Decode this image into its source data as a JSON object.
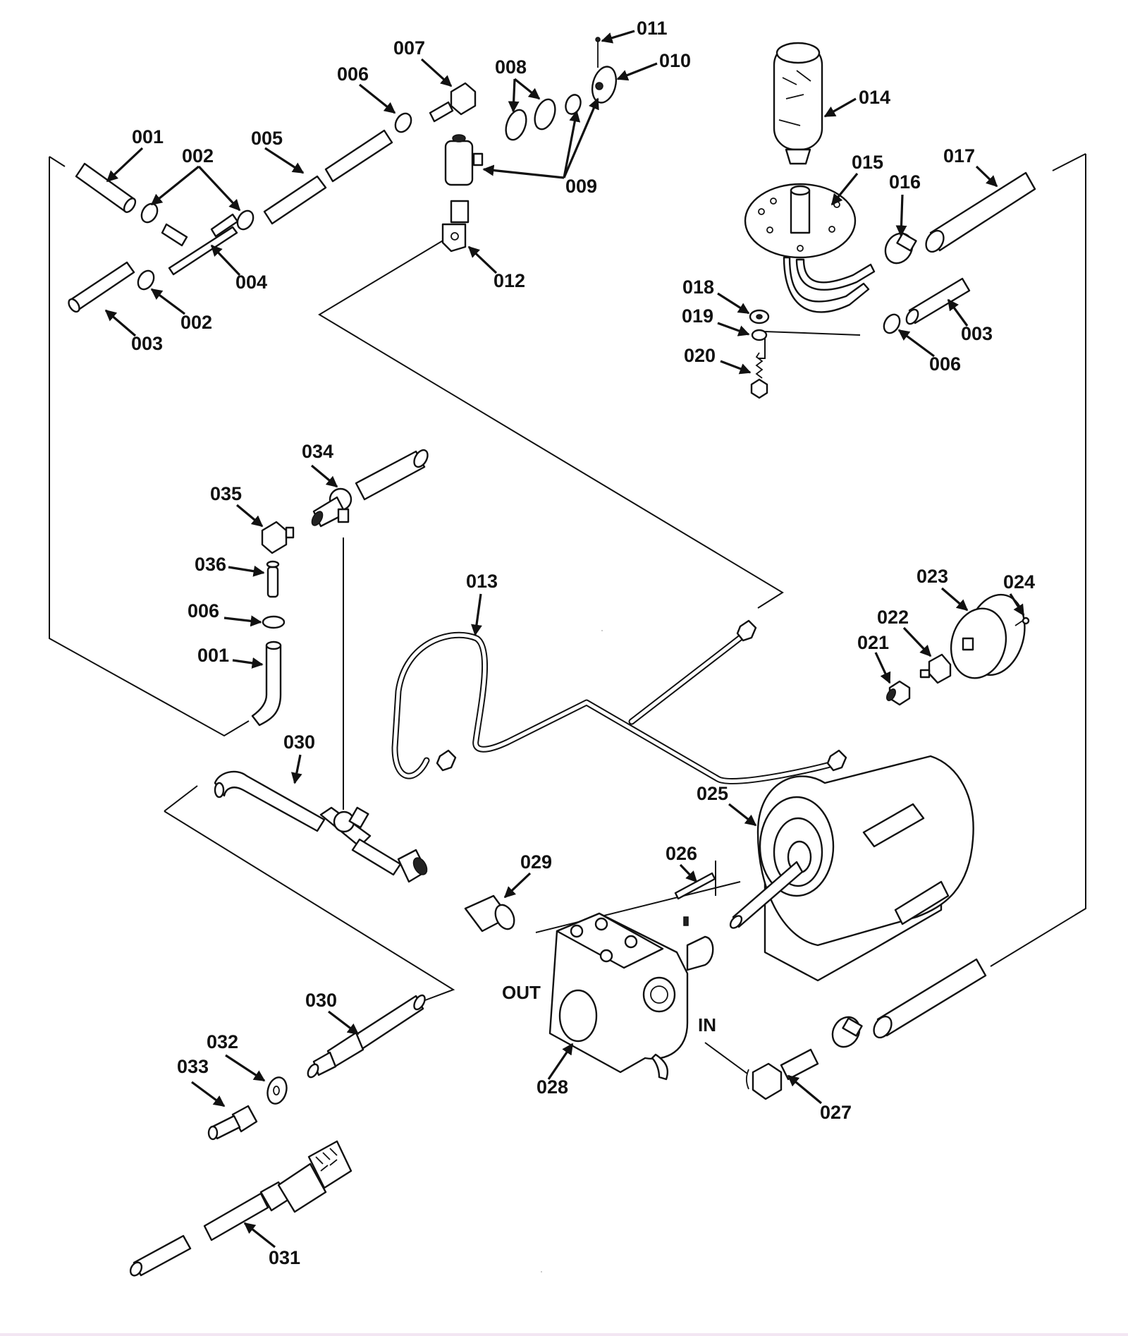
{
  "diagram": {
    "title": "",
    "type": "exploded-parts-diagram",
    "ports": {
      "out": "OUT",
      "in": "IN"
    },
    "callouts": [
      {
        "id": "c001a",
        "label": "001",
        "part": "hose"
      },
      {
        "id": "c002a",
        "label": "002",
        "part": "hose clamp"
      },
      {
        "id": "c002b",
        "label": "002",
        "part": "hose clamp"
      },
      {
        "id": "c003a",
        "label": "003",
        "part": "hose"
      },
      {
        "id": "c004",
        "label": "004",
        "part": "barbed tee fitting"
      },
      {
        "id": "c005",
        "label": "005",
        "part": "hose"
      },
      {
        "id": "c006a",
        "label": "006",
        "part": "hose clamp"
      },
      {
        "id": "c007",
        "label": "007",
        "part": "elbow barb fitting"
      },
      {
        "id": "c008",
        "label": "008",
        "part": "washers"
      },
      {
        "id": "c009",
        "label": "009",
        "part": "nut / tee body"
      },
      {
        "id": "c010",
        "label": "010",
        "part": "knurled knob"
      },
      {
        "id": "c011",
        "label": "011",
        "part": "set screw"
      },
      {
        "id": "c012",
        "label": "012",
        "part": "block fitting"
      },
      {
        "id": "c013",
        "label": "013",
        "part": "tubing line"
      },
      {
        "id": "c014",
        "label": "014",
        "part": "filter"
      },
      {
        "id": "c015",
        "label": "015",
        "part": "filter mount plate"
      },
      {
        "id": "c016a",
        "label": "016",
        "part": "worm clamp"
      },
      {
        "id": "c017a",
        "label": "017",
        "part": "hose"
      },
      {
        "id": "c018",
        "label": "018",
        "part": "washer"
      },
      {
        "id": "c019",
        "label": "019",
        "part": "lock washer"
      },
      {
        "id": "c020",
        "label": "020",
        "part": "bolt"
      },
      {
        "id": "c003b",
        "label": "003",
        "part": "hose"
      },
      {
        "id": "c006b",
        "label": "006",
        "part": "hose clamp"
      },
      {
        "id": "c021",
        "label": "021",
        "part": "compression nut"
      },
      {
        "id": "c022",
        "label": "022",
        "part": "adapter fitting"
      },
      {
        "id": "c023",
        "label": "023",
        "part": "pressure gauge"
      },
      {
        "id": "c024",
        "label": "024",
        "part": "screw"
      },
      {
        "id": "c025",
        "label": "025",
        "part": "electric motor"
      },
      {
        "id": "c026",
        "label": "026",
        "part": "shaft key"
      },
      {
        "id": "c027",
        "label": "027",
        "part": "elbow barb fitting"
      },
      {
        "id": "c028",
        "label": "028",
        "part": "pump"
      },
      {
        "id": "c029",
        "label": "029",
        "part": "nipple fitting"
      },
      {
        "id": "c030a",
        "label": "030",
        "part": "high pressure hose"
      },
      {
        "id": "c030b",
        "label": "030",
        "part": "high pressure hose"
      },
      {
        "id": "c031",
        "label": "031",
        "part": "hose with quick coupler"
      },
      {
        "id": "c032",
        "label": "032",
        "part": "washer"
      },
      {
        "id": "c033",
        "label": "033",
        "part": "quick connect plug"
      },
      {
        "id": "c034",
        "label": "034",
        "part": "unloader / bypass valve"
      },
      {
        "id": "c035",
        "label": "035",
        "part": "elbow fitting"
      },
      {
        "id": "c036",
        "label": "036",
        "part": "barb fitting"
      },
      {
        "id": "c006c",
        "label": "006",
        "part": "hose clamp"
      },
      {
        "id": "c001b",
        "label": "001",
        "part": "hose"
      }
    ]
  }
}
